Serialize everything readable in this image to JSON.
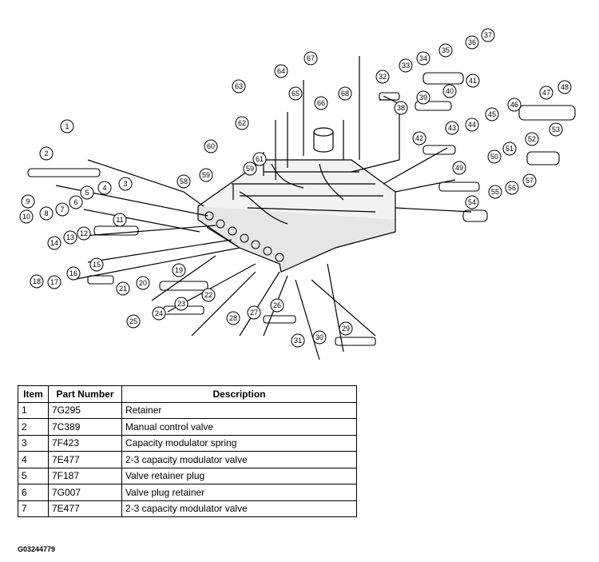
{
  "callout_numbers": [
    "1",
    "2",
    "3",
    "4",
    "5",
    "6",
    "7",
    "8",
    "9",
    "10",
    "11",
    "12",
    "13",
    "14",
    "15",
    "16",
    "17",
    "18",
    "19",
    "20",
    "21",
    "22",
    "23",
    "24",
    "25",
    "26",
    "27",
    "28",
    "29",
    "30",
    "31",
    "32",
    "33",
    "34",
    "35",
    "36",
    "37",
    "38",
    "39",
    "40",
    "41",
    "42",
    "43",
    "44",
    "45",
    "46",
    "47",
    "48",
    "49",
    "50",
    "51",
    "52",
    "53",
    "54",
    "55",
    "56",
    "57",
    "58",
    "59",
    "59",
    "60",
    "61",
    "62",
    "63",
    "64",
    "65",
    "66",
    "67",
    "68"
  ],
  "table": {
    "headers": [
      "Item",
      "Part Number",
      "Description"
    ],
    "rows": [
      [
        "1",
        "7G295",
        "Retainer"
      ],
      [
        "2",
        "7C389",
        "Manual control valve"
      ],
      [
        "3",
        "7F423",
        "Capacity modulator spring"
      ],
      [
        "4",
        "7E477",
        "2-3 capacity modulator valve"
      ],
      [
        "5",
        "7F187",
        "Valve retainer plug"
      ],
      [
        "6",
        "7G007",
        "Valve plug retainer"
      ],
      [
        "7",
        "7E477",
        "2-3 capacity modulator valve"
      ]
    ]
  },
  "figure_id": "G03244779"
}
